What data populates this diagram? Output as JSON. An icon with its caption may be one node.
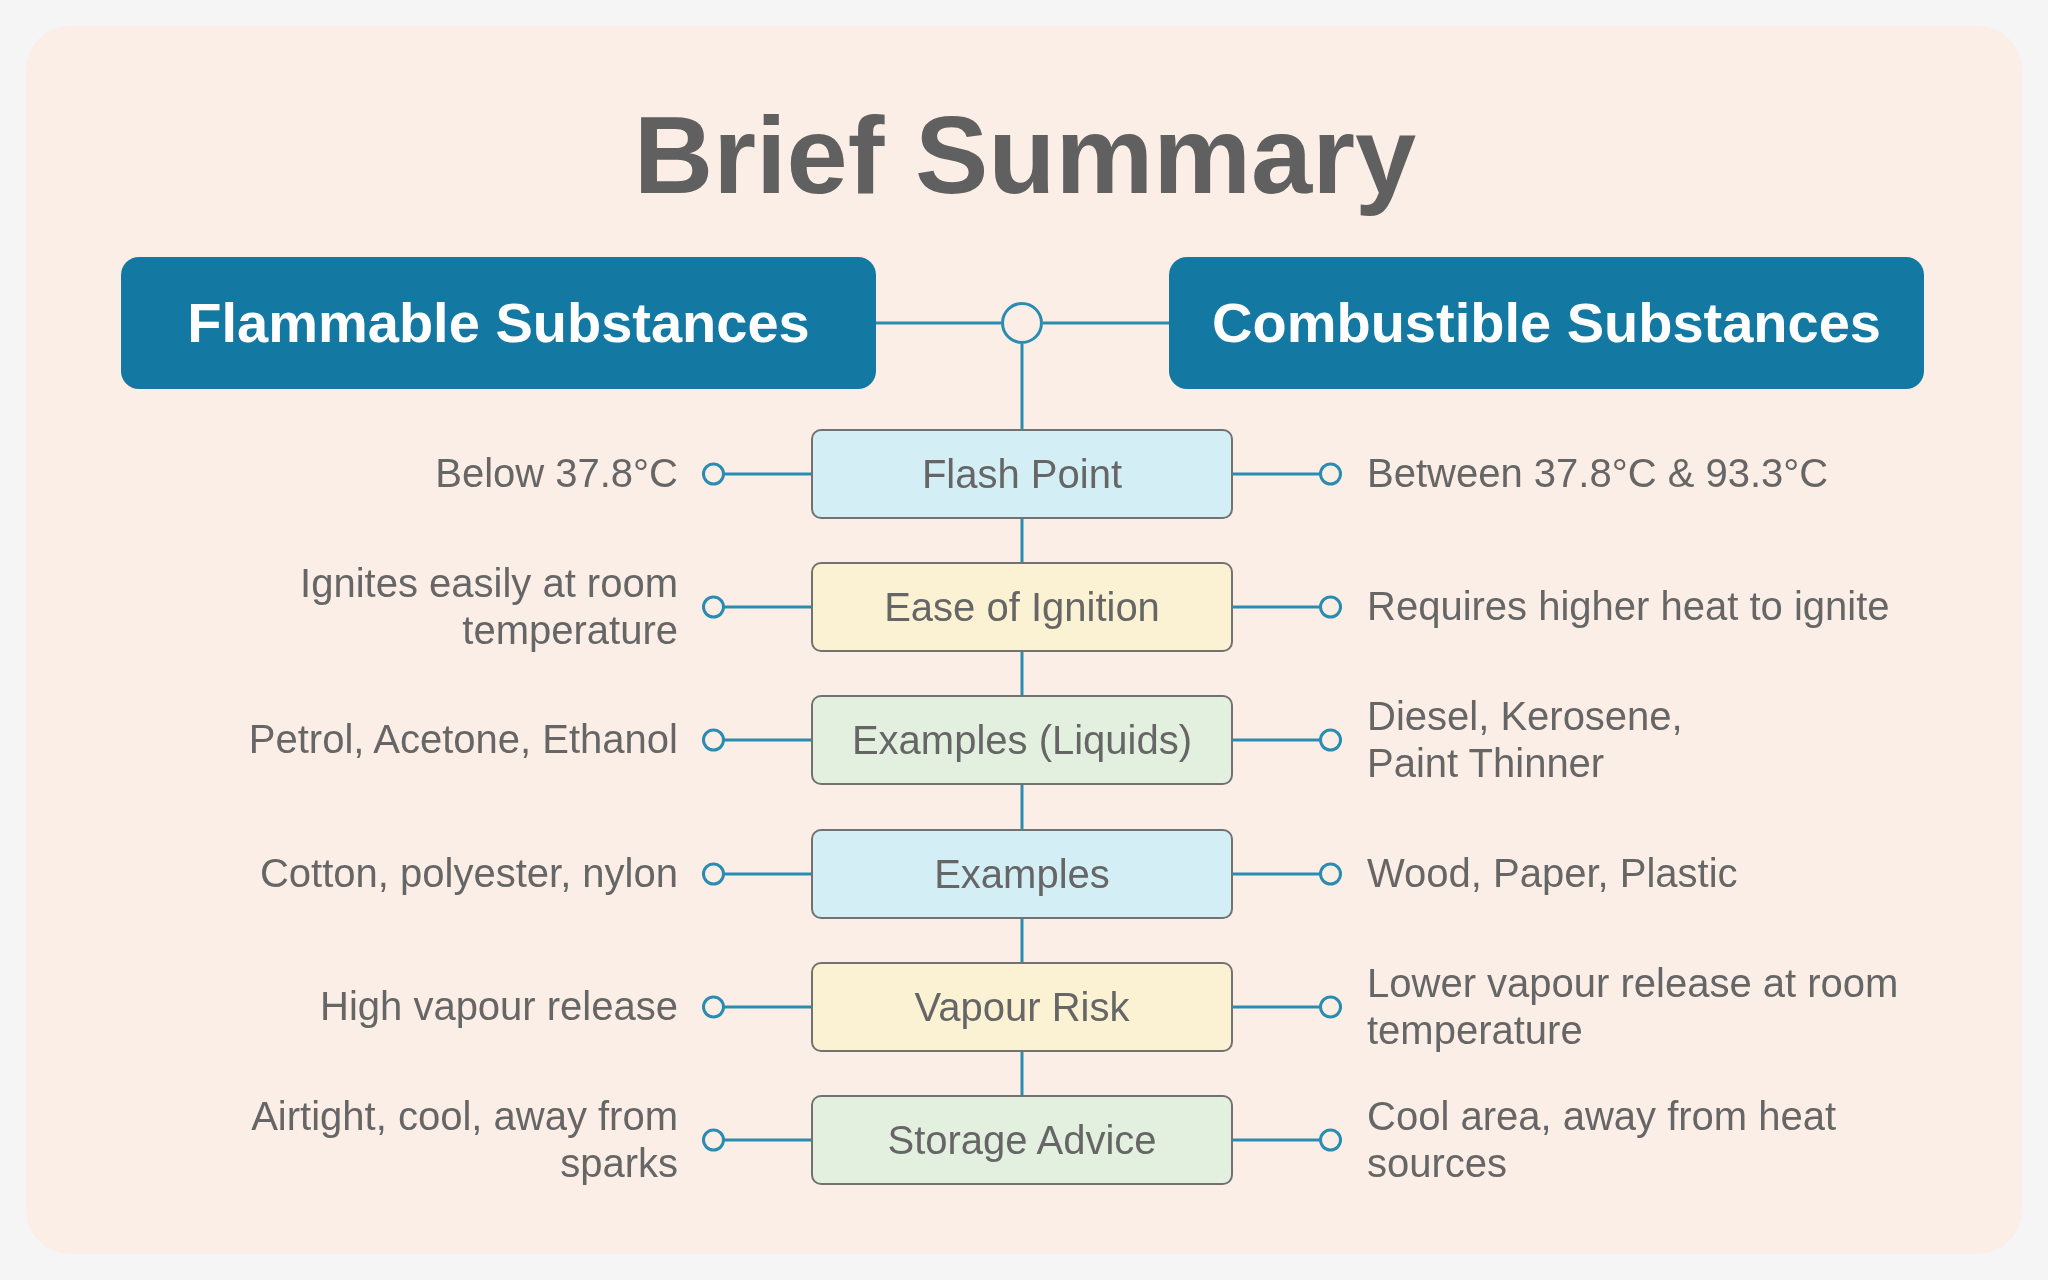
{
  "diagram": {
    "title": "Brief Summary",
    "nodes": [
      {
        "text": [
          "Flammable Substances"
        ]
      },
      {
        "text": [],
        "shape": "circle"
      },
      {
        "text": [
          "Combustible Substances"
        ]
      },
      {
        "text": [
          "Below 37.8°C"
        ]
      },
      {
        "text": [
          "Flash Point"
        ]
      },
      {
        "text": [
          "Between 37.8°C & 93.3°C"
        ]
      },
      {
        "text": [
          "Ignites easily at room temperature"
        ]
      },
      {
        "text": [
          "Ease of Ignition"
        ]
      },
      {
        "text": [
          "Requires higher heat to ignite"
        ]
      },
      {
        "text": [
          "Petrol, Acetone, Ethanol"
        ]
      },
      {
        "text": [
          "Examples (Liquids)"
        ]
      },
      {
        "text": [
          "Diesel, Kerosene, Paint Thinner"
        ]
      },
      {
        "text": [
          "Cotton, polyester, nylon"
        ]
      },
      {
        "text": [
          "Examples"
        ]
      },
      {
        "text": [
          "Wood, Paper, Plastic"
        ]
      },
      {
        "text": [
          "High vapour release"
        ]
      },
      {
        "text": [
          "Vapour Risk"
        ]
      },
      {
        "text": [
          "Lower vapour release at room temperature"
        ]
      },
      {
        "text": [
          "Airtight, cool, away from sparks"
        ]
      },
      {
        "text": [
          "Storage Advice"
        ]
      },
      {
        "text": [
          "Cool area, away from heat sources"
        ]
      }
    ],
    "edges": [
      {
        "from": 0,
        "to": 1,
        "arrow": "none"
      },
      {
        "from": 1,
        "to": 2,
        "arrow": "none"
      },
      {
        "from": 1,
        "to": 4,
        "arrow": "none"
      },
      {
        "from": 4,
        "to": 7,
        "arrow": "none"
      },
      {
        "from": 7,
        "to": 10,
        "arrow": "none"
      },
      {
        "from": 10,
        "to": 13,
        "arrow": "none"
      },
      {
        "from": 13,
        "to": 16,
        "arrow": "none"
      },
      {
        "from": 16,
        "to": 19,
        "arrow": "none"
      },
      {
        "from": 4,
        "to": 3,
        "arrow": "other"
      },
      {
        "from": 4,
        "to": 5,
        "arrow": "other"
      },
      {
        "from": 7,
        "to": 6,
        "arrow": "other"
      },
      {
        "from": 7,
        "to": 8,
        "arrow": "other"
      },
      {
        "from": 10,
        "to": 9,
        "arrow": "other"
      },
      {
        "from": 10,
        "to": 11,
        "arrow": "other"
      },
      {
        "from": 13,
        "to": 12,
        "arrow": "other"
      },
      {
        "from": 13,
        "to": 14,
        "arrow": "other"
      },
      {
        "from": 16,
        "to": 15,
        "arrow": "other"
      },
      {
        "from": 16,
        "to": 17,
        "arrow": "other"
      },
      {
        "from": 19,
        "to": 18,
        "arrow": "other"
      },
      {
        "from": 19,
        "to": 20,
        "arrow": "other"
      }
    ]
  }
}
